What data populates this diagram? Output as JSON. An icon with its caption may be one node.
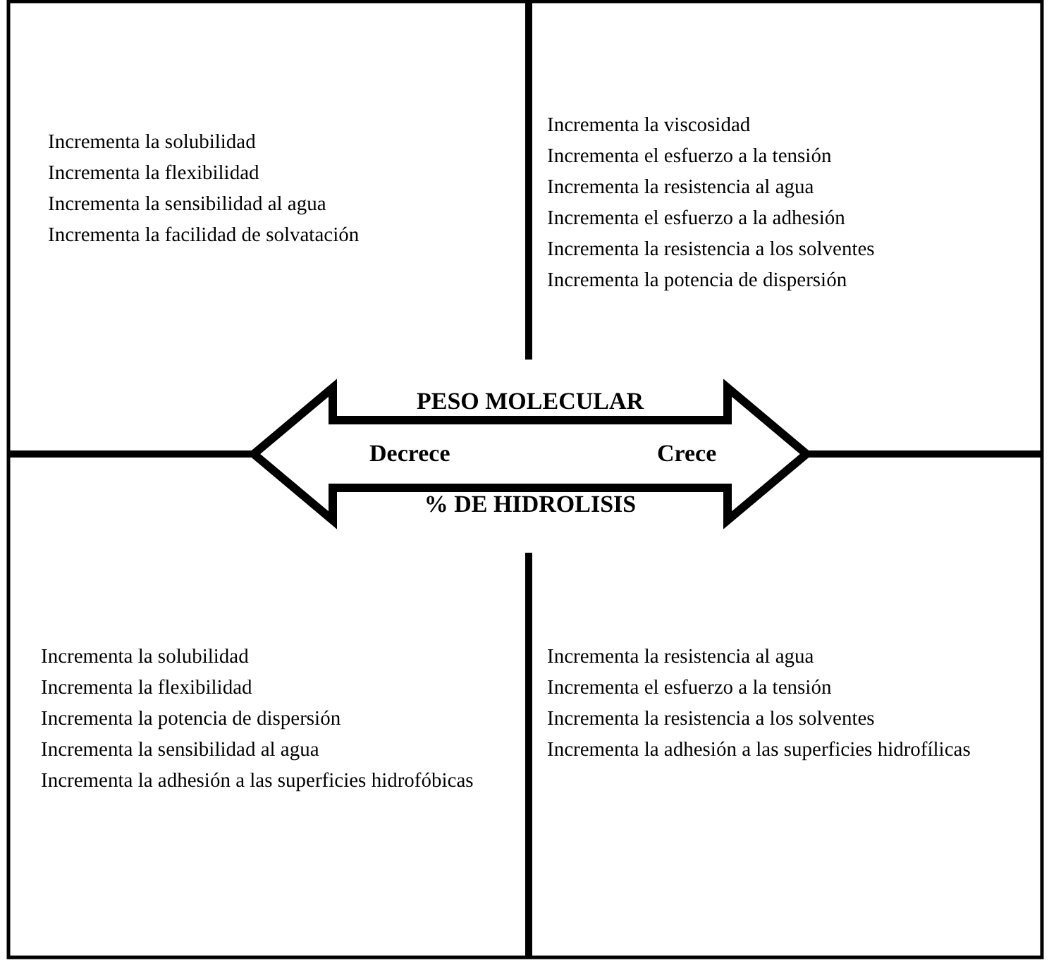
{
  "diagram": {
    "nodes": [
      {
        "text": [
          "Incrementa la solubilidad",
          "Incrementa la flexibilidad",
          "Incrementa la sensibilidad al agua",
          "Incrementa la facilidad de solvatación"
        ]
      },
      {
        "text": [
          "Incrementa la viscosidad",
          "Incrementa el esfuerzo a la tensión",
          "Incrementa la resistencia al agua",
          "Incrementa el esfuerzo a la adhesión",
          "Incrementa la resistencia a los solventes",
          "Incrementa la potencia de dispersión"
        ]
      },
      {
        "text": [
          "Decrece",
          "Crece"
        ],
        "beside": [
          "PESO MOLECULAR",
          "% DE HIDROLISIS"
        ]
      },
      {
        "text": [
          "Incrementa la solubilidad",
          "Incrementa la flexibilidad",
          "Incrementa la potencia de dispersión",
          "Incrementa la sensibilidad al agua",
          "Incrementa la adhesión a las superficies hidrofóbicas"
        ]
      },
      {
        "text": [
          "Incrementa la resistencia al agua",
          "Incrementa el esfuerzo a la tensión",
          "Incrementa la resistencia a los solventes",
          "Incrementa la adhesión a las superficies hidrofílicas"
        ]
      }
    ]
  }
}
